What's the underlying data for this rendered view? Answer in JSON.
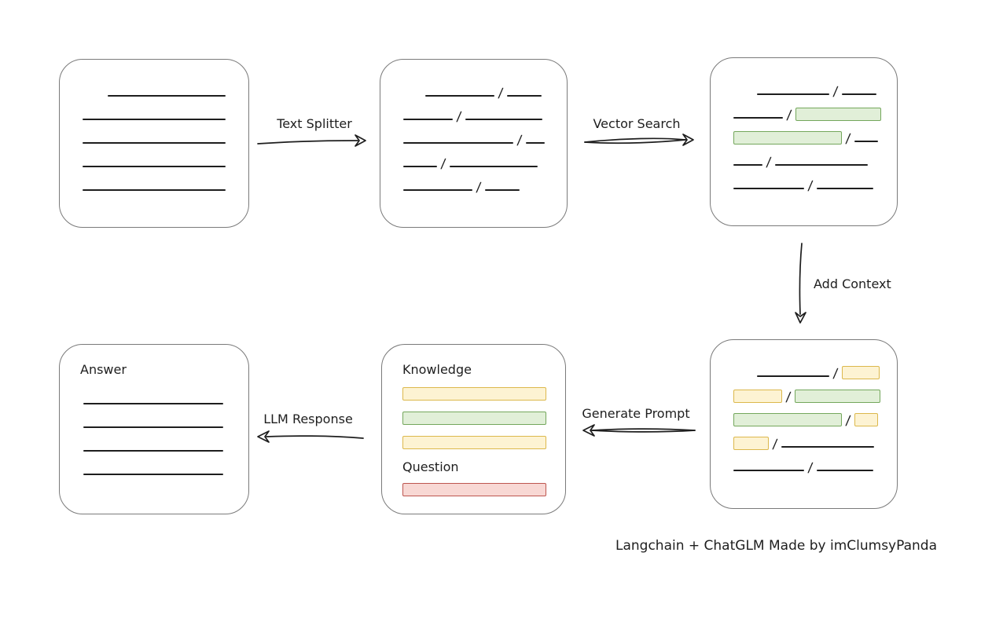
{
  "credit": "Langchain + ChatGLM Made by imClumsyPanda",
  "separator": "/",
  "colors": {
    "ink": "#1e1e1e",
    "box_border": "#7a7a7a",
    "green_fill": "#e1efd8",
    "green_border": "#74a75c",
    "yellow_fill": "#fdf3d3",
    "yellow_border": "#dcb84c",
    "red_fill": "#f8d8d4",
    "red_border": "#bd564f"
  },
  "arrows": {
    "text_splitter": {
      "label": "Text Splitter"
    },
    "vector_search": {
      "label": "Vector Search"
    },
    "add_context": {
      "label": "Add Context"
    },
    "generate_prompt": {
      "label": "Generate Prompt"
    },
    "llm_response": {
      "label": "LLM Response"
    }
  },
  "cards": {
    "source_document": {
      "rows": [
        {
          "indent": 32,
          "segs": [
            {
              "t": "line",
              "w": 150
            }
          ]
        },
        {
          "segs": [
            {
              "t": "line",
              "w": 182
            }
          ]
        },
        {
          "segs": [
            {
              "t": "line",
              "w": 182
            }
          ]
        },
        {
          "segs": [
            {
              "t": "line",
              "w": 182
            }
          ]
        },
        {
          "segs": [
            {
              "t": "line",
              "w": 182
            }
          ]
        }
      ]
    },
    "split_chunks": {
      "rows": [
        {
          "indent": 28,
          "segs": [
            {
              "t": "line",
              "w": 88
            },
            {
              "t": "line",
              "w": 44
            }
          ]
        },
        {
          "segs": [
            {
              "t": "line",
              "w": 63
            },
            {
              "t": "line",
              "w": 98
            }
          ]
        },
        {
          "segs": [
            {
              "t": "line",
              "w": 140
            },
            {
              "t": "line",
              "w": 24
            }
          ]
        },
        {
          "segs": [
            {
              "t": "line",
              "w": 43
            },
            {
              "t": "line",
              "w": 112
            }
          ]
        },
        {
          "segs": [
            {
              "t": "line",
              "w": 88
            },
            {
              "t": "line",
              "w": 44
            }
          ]
        }
      ]
    },
    "matched_chunks": {
      "rows": [
        {
          "indent": 30,
          "segs": [
            {
              "t": "line",
              "w": 92
            },
            {
              "t": "line",
              "w": 44
            }
          ]
        },
        {
          "segs": [
            {
              "t": "line",
              "w": 63
            },
            {
              "t": "green",
              "w": 109
            }
          ]
        },
        {
          "segs": [
            {
              "t": "green",
              "w": 138
            },
            {
              "t": "line",
              "w": 30
            }
          ]
        },
        {
          "segs": [
            {
              "t": "line",
              "w": 37
            },
            {
              "t": "line",
              "w": 118
            }
          ]
        },
        {
          "segs": [
            {
              "t": "line",
              "w": 90
            },
            {
              "t": "line",
              "w": 72
            }
          ]
        }
      ]
    },
    "context_chunks": {
      "rows": [
        {
          "indent": 30,
          "segs": [
            {
              "t": "line",
              "w": 92
            },
            {
              "t": "yellow",
              "w": 48
            }
          ]
        },
        {
          "segs": [
            {
              "t": "yellow",
              "w": 62
            },
            {
              "t": "green",
              "w": 109
            }
          ]
        },
        {
          "segs": [
            {
              "t": "green",
              "w": 138
            },
            {
              "t": "yellow",
              "w": 30
            }
          ]
        },
        {
          "segs": [
            {
              "t": "yellow",
              "w": 45
            },
            {
              "t": "line",
              "w": 118
            }
          ]
        },
        {
          "segs": [
            {
              "t": "line",
              "w": 90
            },
            {
              "t": "line",
              "w": 72
            }
          ]
        }
      ]
    },
    "prompt": {
      "knowledge_label": "Knowledge",
      "question_label": "Question",
      "knowledge_bars": [
        {
          "t": "yellow",
          "w": 183
        },
        {
          "t": "green",
          "w": 183
        },
        {
          "t": "yellow",
          "w": 183
        }
      ],
      "question_bars": [
        {
          "t": "red",
          "w": 183
        }
      ]
    },
    "answer": {
      "label": "Answer",
      "rows": [
        {
          "segs": [
            {
              "t": "line",
              "w": 178
            }
          ]
        },
        {
          "segs": [
            {
              "t": "line",
              "w": 178
            }
          ]
        },
        {
          "segs": [
            {
              "t": "line",
              "w": 178
            }
          ]
        },
        {
          "segs": [
            {
              "t": "line",
              "w": 178
            }
          ]
        }
      ]
    }
  }
}
